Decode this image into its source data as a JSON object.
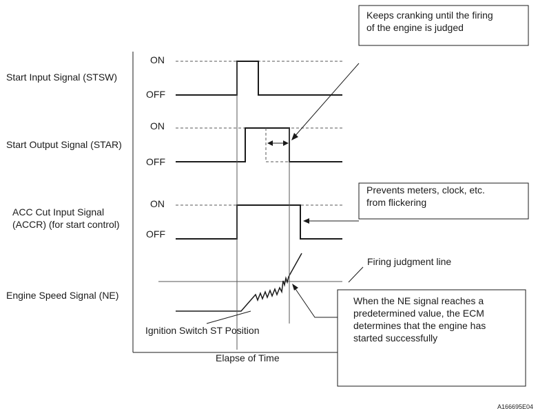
{
  "signals": [
    {
      "label": "Start Input Signal (STSW)",
      "on": "ON",
      "off": "OFF"
    },
    {
      "label": "Start Output Signal (STAR)",
      "on": "ON",
      "off": "OFF"
    },
    {
      "label_line1": "ACC Cut Input Signal",
      "label_line2": "(ACCR) (for start control)",
      "on": "ON",
      "off": "OFF"
    },
    {
      "label": "Engine Speed Signal (NE)"
    }
  ],
  "annotations": {
    "keeps_cranking": [
      "Keeps cranking until the firing",
      "of the engine is judged"
    ],
    "prevents_flicker": [
      "Prevents meters, clock, etc.",
      "from flickering"
    ],
    "firing_line": "Firing judgment line",
    "ecm_note": [
      "When the NE signal reaches a",
      "predetermined value, the ECM",
      "determines that the engine has",
      "started successfully"
    ],
    "ignition": "Ignition Switch ST Position"
  },
  "x_axis_label": "Elapse of Time",
  "figure_id": "A166695E04"
}
